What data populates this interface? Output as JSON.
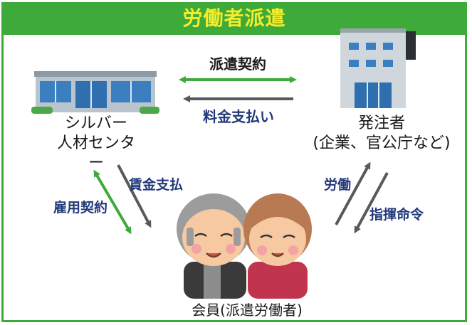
{
  "title": "労働者派遣",
  "nodes": {
    "silver_center": {
      "line1": "シルバー",
      "line2": "人材センター"
    },
    "client": {
      "line1": "発注者",
      "line2": "(企業、官公庁など)"
    },
    "member": {
      "label": "会員(派遣労働者)"
    }
  },
  "arrows": {
    "dispatch_contract": "派遣契約",
    "fee_payment": "料金支払い",
    "wage_payment": "賃金支払",
    "employment_contract": "雇用契約",
    "labor": "労働",
    "instruction": "指揮命令"
  },
  "colors": {
    "header_green": "#3eaa3a",
    "title_yellow": "#f4ec2a",
    "arrow_green": "#3eaa3a",
    "arrow_gray": "#555a5e",
    "label_navy": "#233a7a"
  },
  "icons": [
    "building-icon",
    "office-tower-icon",
    "elderly-couple-icon"
  ]
}
